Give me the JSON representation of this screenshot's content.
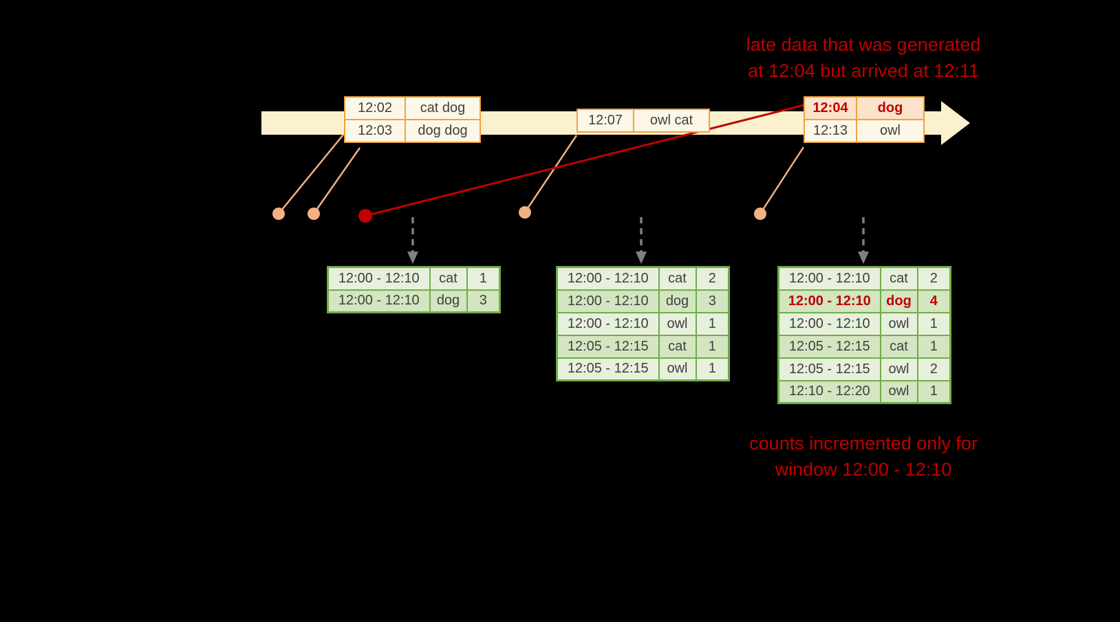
{
  "colors": {
    "background": "#000000",
    "timeline_band": "#FBF1CE",
    "event_border": "#EFA23C",
    "event_fill": "#FDF7E7",
    "late_event_fill": "#FAE3C8",
    "connector": "#F4B183",
    "late_red": "#C00000",
    "table_green": "#70AD47",
    "row_band_light": "#E6F0DC",
    "row_band_dark": "#D3E5C1",
    "trigger_arrow_gray": "#808080"
  },
  "annotations": {
    "late_data_note": {
      "line1": "late data that was generated",
      "line2": "at 12:04 but arrived at 12:11"
    },
    "counts_note": {
      "line1": "counts incremented only for",
      "line2": "window 12:00 - 12:10"
    }
  },
  "timeline": {
    "event_groups": [
      {
        "rows": [
          {
            "time": "12:02",
            "words": "cat dog"
          },
          {
            "time": "12:03",
            "words": "dog dog"
          }
        ]
      },
      {
        "rows": [
          {
            "time": "12:07",
            "words": "owl cat"
          }
        ]
      },
      {
        "rows": [
          {
            "time": "12:04",
            "words": "dog",
            "late": true
          },
          {
            "time": "12:13",
            "words": "owl"
          }
        ]
      }
    ]
  },
  "result_tables": [
    {
      "rows": [
        {
          "window": "12:00 - 12:10",
          "word": "cat",
          "count": "1"
        },
        {
          "window": "12:00 - 12:10",
          "word": "dog",
          "count": "3"
        }
      ]
    },
    {
      "rows": [
        {
          "window": "12:00 - 12:10",
          "word": "cat",
          "count": "2"
        },
        {
          "window": "12:00 - 12:10",
          "word": "dog",
          "count": "3"
        },
        {
          "window": "12:00 - 12:10",
          "word": "owl",
          "count": "1"
        },
        {
          "window": "12:05 - 12:15",
          "word": "cat",
          "count": "1"
        },
        {
          "window": "12:05 - 12:15",
          "word": "owl",
          "count": "1"
        }
      ]
    },
    {
      "rows": [
        {
          "window": "12:00 - 12:10",
          "word": "cat",
          "count": "2"
        },
        {
          "window": "12:00 - 12:10",
          "word": "dog",
          "count": "4",
          "highlight": true
        },
        {
          "window": "12:00 - 12:10",
          "word": "owl",
          "count": "1"
        },
        {
          "window": "12:05 - 12:15",
          "word": "cat",
          "count": "1"
        },
        {
          "window": "12:05 - 12:15",
          "word": "owl",
          "count": "2"
        },
        {
          "window": "12:10 - 12:20",
          "word": "owl",
          "count": "1"
        }
      ]
    }
  ]
}
